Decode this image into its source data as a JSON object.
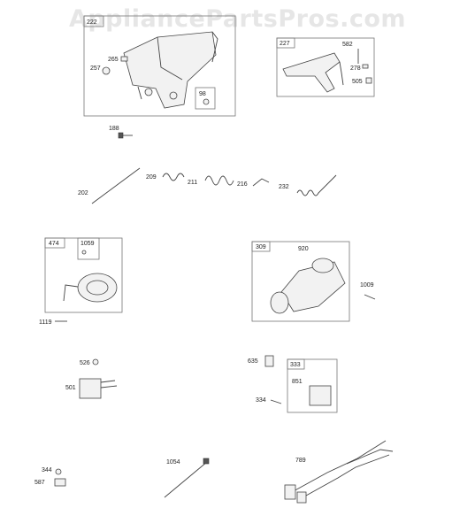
{
  "watermark": "AppliancePartsPros.com",
  "callouts": [
    "222",
    "265",
    "257",
    "98",
    "227",
    "582",
    "278",
    "505",
    "188",
    "202",
    "209",
    "211",
    "216",
    "232",
    "474",
    "1059",
    "309",
    "920",
    "1009",
    "1119",
    "526",
    "501",
    "635",
    "333",
    "851",
    "334",
    "344",
    "587",
    "1054",
    "789"
  ]
}
